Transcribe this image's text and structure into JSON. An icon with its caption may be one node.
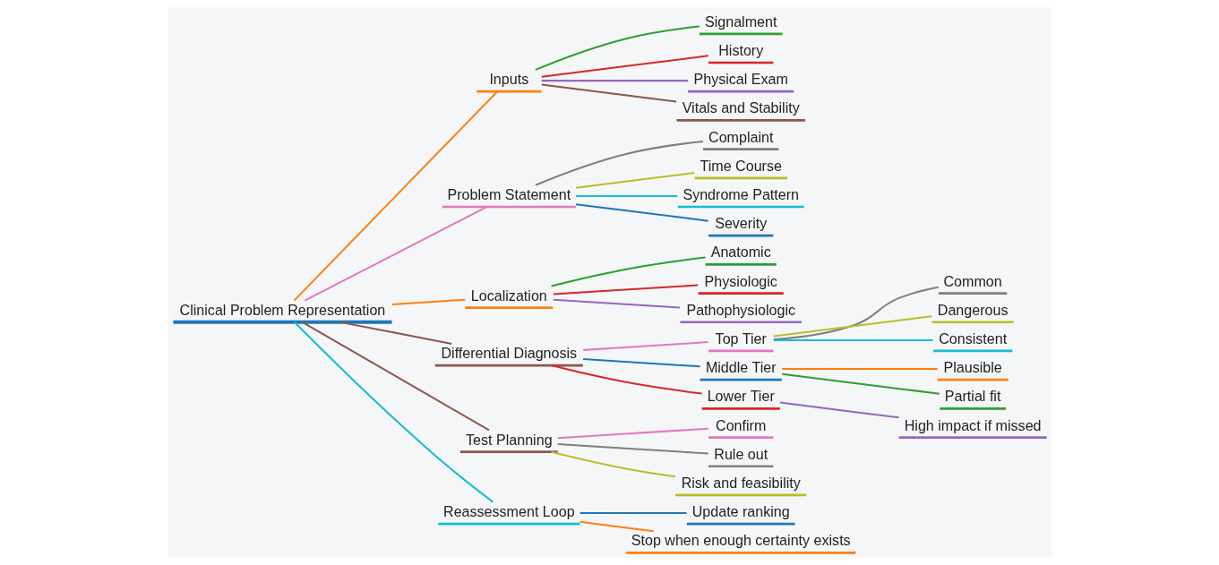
{
  "diagram": {
    "nodes": [
      {
        "text": [
          "Clinical Problem Representation"
        ]
      },
      {
        "text": [
          "Inputs"
        ]
      },
      {
        "text": [
          "Signalment"
        ]
      },
      {
        "text": [
          "History"
        ]
      },
      {
        "text": [
          "Physical Exam"
        ]
      },
      {
        "text": [
          "Vitals and Stability"
        ]
      },
      {
        "text": [
          "Problem Statement"
        ]
      },
      {
        "text": [
          "Complaint"
        ]
      },
      {
        "text": [
          "Time Course"
        ]
      },
      {
        "text": [
          "Syndrome Pattern"
        ]
      },
      {
        "text": [
          "Severity"
        ]
      },
      {
        "text": [
          "Localization"
        ]
      },
      {
        "text": [
          "Anatomic"
        ]
      },
      {
        "text": [
          "Physiologic"
        ]
      },
      {
        "text": [
          "Pathophysiologic"
        ]
      },
      {
        "text": [
          "Differential Diagnosis"
        ]
      },
      {
        "text": [
          "Top Tier"
        ]
      },
      {
        "text": [
          "Common"
        ]
      },
      {
        "text": [
          "Dangerous"
        ]
      },
      {
        "text": [
          "Consistent"
        ]
      },
      {
        "text": [
          "Middle Tier"
        ]
      },
      {
        "text": [
          "Plausible"
        ]
      },
      {
        "text": [
          "Partial fit"
        ]
      },
      {
        "text": [
          "Lower Tier"
        ]
      },
      {
        "text": [
          "High impact if missed"
        ]
      },
      {
        "text": [
          "Test Planning"
        ]
      },
      {
        "text": [
          "Confirm"
        ]
      },
      {
        "text": [
          "Rule out"
        ]
      },
      {
        "text": [
          "Risk and feasibility"
        ]
      },
      {
        "text": [
          "Reassessment Loop"
        ]
      },
      {
        "text": [
          "Update ranking"
        ]
      },
      {
        "text": [
          "Stop when enough certainty exists"
        ]
      }
    ],
    "edges": [
      {
        "from": 0,
        "to": 1,
        "arrow": "none",
        "color": "#ff7f0e"
      },
      {
        "from": 1,
        "to": 2,
        "arrow": "none",
        "color": "#2ca02c"
      },
      {
        "from": 1,
        "to": 3,
        "arrow": "none",
        "color": "#d62728"
      },
      {
        "from": 1,
        "to": 4,
        "arrow": "none",
        "color": "#9467bd"
      },
      {
        "from": 1,
        "to": 5,
        "arrow": "none",
        "color": "#8c564b"
      },
      {
        "from": 0,
        "to": 6,
        "arrow": "none",
        "color": "#e377c2"
      },
      {
        "from": 6,
        "to": 7,
        "arrow": "none",
        "color": "#7f7f7f"
      },
      {
        "from": 6,
        "to": 8,
        "arrow": "none",
        "color": "#bcbd22"
      },
      {
        "from": 6,
        "to": 9,
        "arrow": "none",
        "color": "#17becf"
      },
      {
        "from": 6,
        "to": 10,
        "arrow": "none",
        "color": "#1f77b4"
      },
      {
        "from": 0,
        "to": 11,
        "arrow": "none",
        "color": "#ff7f0e"
      },
      {
        "from": 11,
        "to": 12,
        "arrow": "none",
        "color": "#2ca02c"
      },
      {
        "from": 11,
        "to": 13,
        "arrow": "none",
        "color": "#d62728"
      },
      {
        "from": 11,
        "to": 14,
        "arrow": "none",
        "color": "#9467bd"
      },
      {
        "from": 0,
        "to": 15,
        "arrow": "none",
        "color": "#8c564b"
      },
      {
        "from": 15,
        "to": 16,
        "arrow": "none",
        "color": "#e377c2"
      },
      {
        "from": 16,
        "to": 17,
        "arrow": "none",
        "color": "#7f7f7f"
      },
      {
        "from": 16,
        "to": 18,
        "arrow": "none",
        "color": "#bcbd22"
      },
      {
        "from": 16,
        "to": 19,
        "arrow": "none",
        "color": "#17becf"
      },
      {
        "from": 15,
        "to": 20,
        "arrow": "none",
        "color": "#1f77b4"
      },
      {
        "from": 20,
        "to": 21,
        "arrow": "none",
        "color": "#ff7f0e"
      },
      {
        "from": 20,
        "to": 22,
        "arrow": "none",
        "color": "#2ca02c"
      },
      {
        "from": 15,
        "to": 23,
        "arrow": "none",
        "color": "#d62728"
      },
      {
        "from": 23,
        "to": 24,
        "arrow": "none",
        "color": "#9467bd"
      },
      {
        "from": 0,
        "to": 25,
        "arrow": "none",
        "color": "#8c564b"
      },
      {
        "from": 25,
        "to": 26,
        "arrow": "none",
        "color": "#e377c2"
      },
      {
        "from": 25,
        "to": 27,
        "arrow": "none",
        "color": "#7f7f7f"
      },
      {
        "from": 25,
        "to": 28,
        "arrow": "none",
        "color": "#bcbd22"
      },
      {
        "from": 0,
        "to": 29,
        "arrow": "none",
        "color": "#17becf"
      },
      {
        "from": 29,
        "to": 30,
        "arrow": "none",
        "color": "#1f77b4"
      },
      {
        "from": 29,
        "to": 31,
        "arrow": "none",
        "color": "#ff7f0e"
      }
    ]
  }
}
